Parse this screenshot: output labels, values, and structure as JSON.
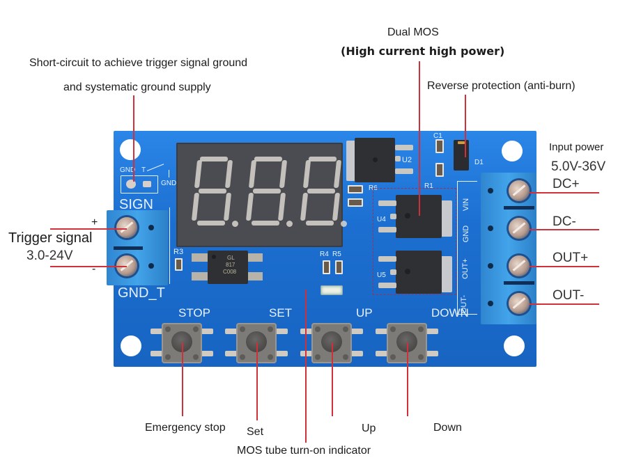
{
  "diagram": {
    "subject": "Trigger delay MOS switch module annotated photo",
    "colors": {
      "background": "#ffffff",
      "pcb_blue": "#1c6fd0",
      "terminal_blue": "#3a9ae0",
      "callout_line": "#d0303a",
      "label_text": "#1c1c1c",
      "silkscreen": "#e8f1ff"
    },
    "callouts": {
      "short_circuit_line1": "Short-circuit to achieve trigger signal ground",
      "short_circuit_line2": "and systematic ground supply",
      "dual_mos_title": "Dual MOS",
      "dual_mos_sub": "(High current high power)",
      "reverse_protection": "Reverse protection (anti-burn)",
      "input_power_title": "Input power",
      "input_power_range": "5.0V-36V",
      "dc_plus": "DC+",
      "dc_minus": "DC-",
      "out_plus": "OUT+",
      "out_minus": "OUT-",
      "trigger_signal_title": "Trigger signal",
      "trigger_signal_range": "3.0-24V",
      "trigger_plus": "+",
      "trigger_minus": "-",
      "emergency_stop": "Emergency stop",
      "set": "Set",
      "up": "Up",
      "down": "Down",
      "mos_indicator": "MOS tube turn-on indicator"
    },
    "silkscreen": {
      "gnd_top": "GND",
      "t_top": "T",
      "gnd_switch": "GND",
      "sign": "SIGN",
      "gnd_t": "GND_T",
      "r3": "R3",
      "r4": "R4",
      "r5": "R5",
      "r6": "R6",
      "r1": "R1",
      "c1": "C1",
      "d1": "D1",
      "u2": "U2",
      "u4": "U4",
      "u5": "U5",
      "vin": "VIN",
      "gnd": "GND",
      "out_plus": "OUT+",
      "out_minus": "OUT-",
      "optocoupler_line1": "GL",
      "optocoupler_line2": "817",
      "optocoupler_line3": "C008",
      "btn_stop": "STOP",
      "btn_set": "SET",
      "btn_up": "UP",
      "btn_down": "DOWN"
    },
    "display": {
      "digits": [
        "8.",
        "8.",
        "8."
      ],
      "segments_lit": "all"
    }
  }
}
